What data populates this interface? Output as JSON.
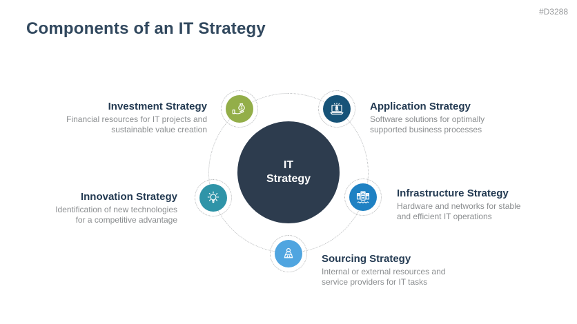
{
  "page": {
    "title": "Components of an IT Strategy",
    "code": "#D3288"
  },
  "diagram": {
    "center": {
      "lines": [
        "IT",
        "Strategy"
      ],
      "color": "#2d3c4e"
    },
    "items": [
      {
        "label": "Investment Strategy",
        "lines": [
          "Financial resources for IT projects and",
          "sustainable value creation"
        ],
        "color": "#93ae49",
        "icon": "money-bag-hand-icon"
      },
      {
        "label": "Application Strategy",
        "lines": [
          "Software solutions for optimally",
          "supported business processes"
        ],
        "color": "#175378",
        "icon": "laptop-rocket-icon"
      },
      {
        "label": "Innovation Strategy",
        "lines": [
          "Identification of new technologies",
          "for a competitive advantage"
        ],
        "color": "#2f94a8",
        "icon": "lightbulb-icon"
      },
      {
        "label": "Infrastructure Strategy",
        "lines": [
          "Hardware and networks for stable",
          "and efficient IT operations"
        ],
        "color": "#1f81c3",
        "icon": "server-rack-icon"
      },
      {
        "label": "Sourcing Strategy",
        "lines": [
          "Internal or external resources and",
          "service providers for IT tasks"
        ],
        "color": "#50a5e0",
        "icon": "person-laptop-icon"
      }
    ]
  },
  "colors": {
    "title": "#31485e",
    "heading": "#233a52",
    "description": "#8b8e90",
    "dotted_ring": "#bcbec0",
    "background": "#ffffff"
  }
}
